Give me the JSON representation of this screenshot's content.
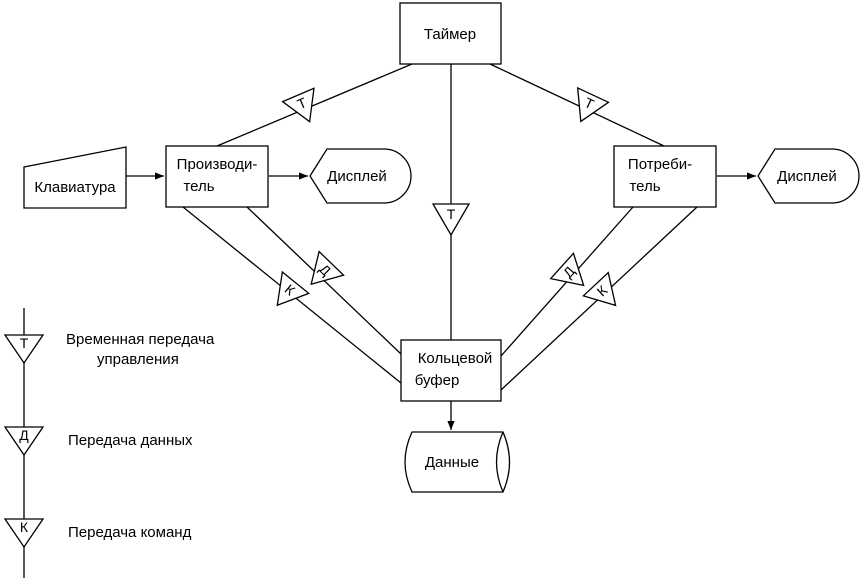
{
  "nodes": {
    "timer": "Таймер",
    "keyboard": "Клавиатура",
    "producer_l1": "Производи-",
    "producer_l2": "тель",
    "display_left": "Дисплей",
    "consumer_l1": "Потреби-",
    "consumer_l2": "тель",
    "display_right": "Дисплей",
    "ring_l1": "Кольцевой",
    "ring_l2": "буфер",
    "data_store": "Данные"
  },
  "flags": {
    "timer_producer": "Т",
    "timer_consumer": "Т",
    "timer_ring": "Т",
    "producer_ring_command": "К",
    "producer_ring_data": "Д",
    "consumer_ring_data": "Д",
    "consumer_ring_command": "К"
  },
  "legend": [
    {
      "symbol": "Т",
      "label_l1": "Временная передача",
      "label_l2": "управления"
    },
    {
      "symbol": "Д",
      "label_l1": "Передача данных"
    },
    {
      "symbol": "К",
      "label_l1": "Передача команд"
    }
  ]
}
